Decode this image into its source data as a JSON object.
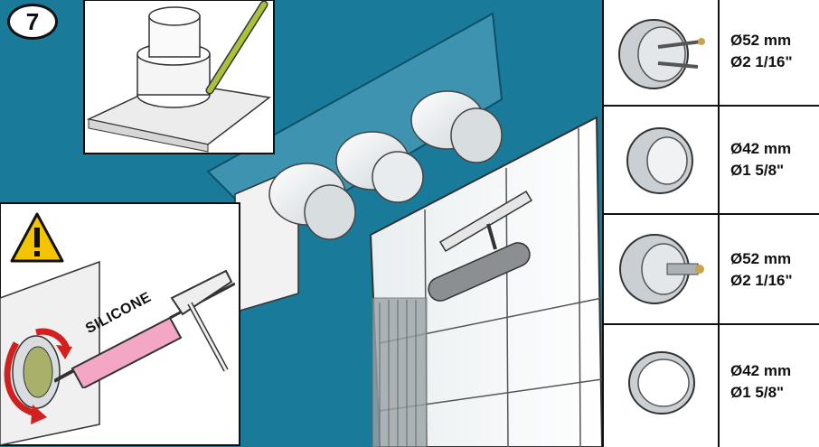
{
  "step": {
    "number": "7"
  },
  "sealant": {
    "label": "SILICONE"
  },
  "warning": {
    "icon": "warning-triangle-icon",
    "color": "#f5c400"
  },
  "colors": {
    "wall": "#1a7a9a",
    "panel_border": "#111111",
    "arrow": "#d22020"
  },
  "sizes": [
    {
      "icon": "threaded-adapter-with-pins-icon",
      "metric": "Ø52 mm",
      "imperial": "Ø2 1/16\""
    },
    {
      "icon": "threaded-sleeve-icon",
      "metric": "Ø42 mm",
      "imperial": "Ø1 5/8\""
    },
    {
      "icon": "threaded-adapter-with-spindle-icon",
      "metric": "Ø52 mm",
      "imperial": "Ø2 1/16\""
    },
    {
      "icon": "thin-ring-sleeve-icon",
      "metric": "Ø42 mm",
      "imperial": "Ø1 5/8\""
    }
  ]
}
